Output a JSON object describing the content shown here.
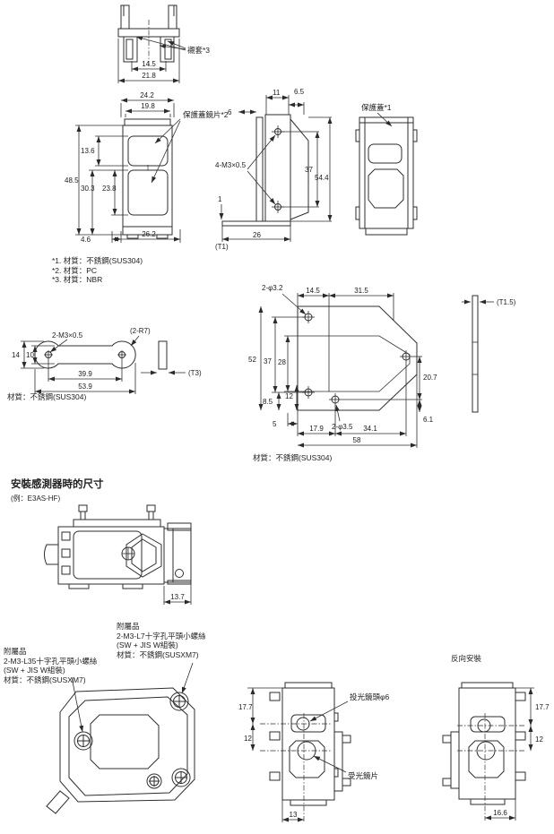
{
  "top_view": {
    "label_bushing": "襯套*3",
    "dim_14_5": "14.5",
    "dim_21_8": "21.8"
  },
  "front_view": {
    "label_cover_lens": "保護蓋鏡片*2",
    "dim_24_2": "24.2",
    "dim_19_8": "19.8",
    "dim_13_6": "13.6",
    "dim_48_5": "48.5",
    "dim_30_3": "30.3",
    "dim_23_8": "23.8",
    "dim_4_6": "4.6",
    "dim_26_2": "26.2"
  },
  "side_view": {
    "label_screws": "4-M3×0.5",
    "dim_11": "11",
    "dim_6_5": "6.5",
    "dim_6": "6",
    "dim_37": "37",
    "dim_54_4": "54.4",
    "dim_1": "1",
    "dim_t1": "(T1)",
    "dim_26": "26"
  },
  "cover_view": {
    "label_cover": "保護蓋*1"
  },
  "material_notes": {
    "n1": "*1. 材質：不銹鋼(SUS304)",
    "n2": "*2. 材質：PC",
    "n3": "*3. 材質：NBR"
  },
  "strap": {
    "label_screw": "2-M3×0.5",
    "label_radius": "(2-R7)",
    "dim_14": "14",
    "dim_10": "10",
    "dim_39_9": "39.9",
    "dim_53_9": "53.9",
    "dim_t3": "(T3)",
    "material": "材質：不銹鋼(SUS304)"
  },
  "plate": {
    "label_hole_small": "2-φ3.2",
    "label_hole_big": "2-φ3.5",
    "dim_14_5": "14.5",
    "dim_31_5": "31.5",
    "dim_52": "52",
    "dim_37": "37",
    "dim_28": "28",
    "dim_8_5": "8.5",
    "dim_12": "12",
    "dim_5": "5",
    "dim_17_9": "17.9",
    "dim_34_1": "34.1",
    "dim_58": "58",
    "dim_20_7": "20.7",
    "dim_6_1": "6.1",
    "dim_t1_5": "(T1.5)",
    "material": "材質：不銹鋼(SUS304)"
  },
  "mounting_section": {
    "title": "安裝感測器時的尺寸",
    "subtitle": "(例：E3AS-HF)",
    "dim_13_7": "13.7"
  },
  "accessory_left": {
    "l1": "附屬品",
    "l2": "2-M3-L35十字孔平頭小螺絲",
    "l3": "(SW + JIS W組裝)",
    "l4": "材質：不銹鋼(SUSXM7)"
  },
  "accessory_right": {
    "l1": "附屬品",
    "l2": "2-M3-L7十字孔平頭小螺絲",
    "l3": "(SW + JIS W組裝)",
    "l4": "材質：不銹鋼(SUSXM7)"
  },
  "front_mounted": {
    "label_emitter": "投光鏡頭φ6",
    "label_receiver": "受光鏡片",
    "dim_17_7": "17.7",
    "dim_12": "12",
    "dim_13": "13"
  },
  "reverse_mounted": {
    "title": "反向安裝",
    "dim_17_7": "17.7",
    "dim_12": "12",
    "dim_16_6": "16.6"
  }
}
